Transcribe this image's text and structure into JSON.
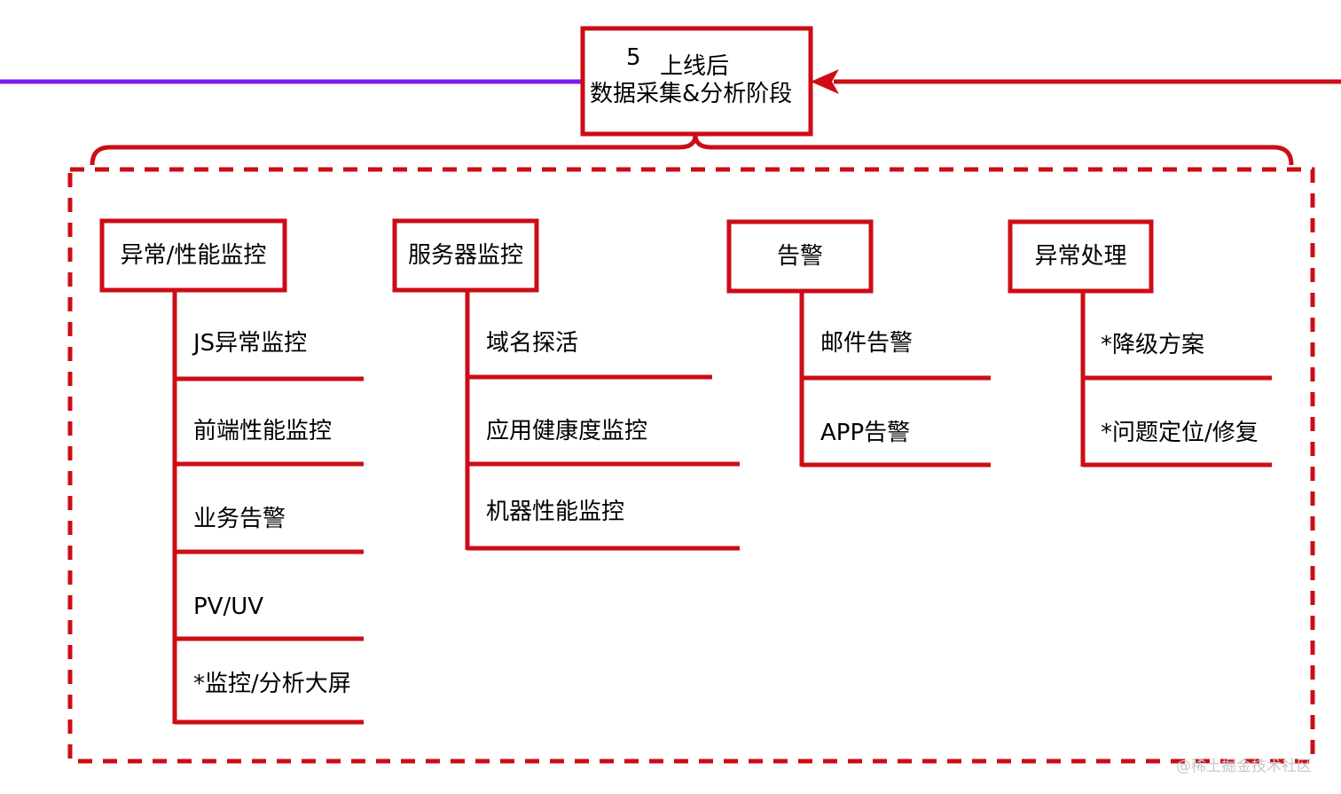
{
  "colors": {
    "accent": "#cc0d16",
    "incoming": "#7a1ef0",
    "text": "#000000"
  },
  "title": {
    "number": "5",
    "line1": "上线后",
    "line2": "数据采集&分析阶段"
  },
  "categories": [
    {
      "label": "异常/性能监控",
      "items": [
        "JS异常监控",
        "前端性能监控",
        "业务告警",
        "PV/UV",
        "*监控/分析大屏"
      ]
    },
    {
      "label": "服务器监控",
      "items": [
        "域名探活",
        "应用健康度监控",
        "机器性能监控"
      ]
    },
    {
      "label": "告警",
      "items": [
        "邮件告警",
        "APP告警"
      ]
    },
    {
      "label": "异常处理",
      "items": [
        "*降级方案",
        "*问题定位/修复"
      ]
    }
  ],
  "watermark": "@稀土掘金技术社区"
}
